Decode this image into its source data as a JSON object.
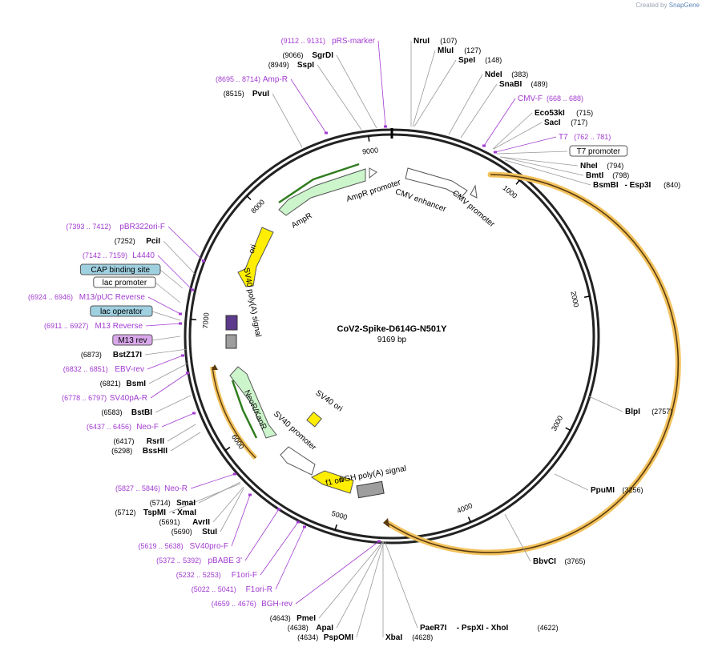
{
  "credit": {
    "prefix": "Created by",
    "brand": "SnapGene"
  },
  "plasmid": {
    "name": "CoV2-Spike-D614G-N501Y",
    "length": "9169 bp"
  },
  "ticks": [
    "1000",
    "2000",
    "3000",
    "4000",
    "5000",
    "6000",
    "7000",
    "8000",
    "9000"
  ],
  "right_labels": [
    {
      "id": "nrui",
      "kind": "enzyme",
      "name": "NruI",
      "pos": "(107)"
    },
    {
      "id": "mlui",
      "kind": "enzyme",
      "name": "MluI",
      "pos": "(127)"
    },
    {
      "id": "spei",
      "kind": "enzyme",
      "name": "SpeI",
      "pos": "(148)"
    },
    {
      "id": "ndei",
      "kind": "enzyme",
      "name": "NdeI",
      "pos": "(383)"
    },
    {
      "id": "snabi",
      "kind": "enzyme",
      "name": "SnaBI",
      "pos": "(489)"
    },
    {
      "id": "cmv-f",
      "kind": "primer",
      "name": "CMV-F",
      "pos": "(668 .. 688)"
    },
    {
      "id": "eco53ki",
      "kind": "enzyme",
      "name": "Eco53kI",
      "pos": "(715)"
    },
    {
      "id": "saci",
      "kind": "enzyme",
      "name": "SacI",
      "pos": "(717)"
    },
    {
      "id": "t7",
      "kind": "primer",
      "name": "T7",
      "pos": "(762 .. 781)"
    },
    {
      "id": "t7-promoter",
      "kind": "boxed",
      "name": "T7 promoter"
    },
    {
      "id": "nhei",
      "kind": "enzyme",
      "name": "NheI",
      "pos": "(794)"
    },
    {
      "id": "bmti",
      "kind": "enzyme",
      "name": "BmtI",
      "pos": "(798)"
    },
    {
      "id": "bsmbi",
      "kind": "enzyme",
      "name": "BsmBI",
      "pos": "(840)",
      "extra": "- Esp3I"
    },
    {
      "id": "blpi",
      "kind": "enzyme",
      "name": "BlpI",
      "pos": "(2757)"
    },
    {
      "id": "ppumi",
      "kind": "enzyme",
      "name": "PpuMI",
      "pos": "(3256)"
    },
    {
      "id": "bbvci",
      "kind": "enzyme",
      "name": "BbvCI",
      "pos": "(3765)"
    }
  ],
  "left_labels": [
    {
      "id": "prs-marker",
      "kind": "primer",
      "name": "pRS-marker",
      "pos": "(9112 .. 9131)"
    },
    {
      "id": "sgrdi",
      "kind": "enzyme",
      "name": "SgrDI",
      "pos": "(9066)"
    },
    {
      "id": "sspi",
      "kind": "enzyme",
      "name": "SspI",
      "pos": "(8949)"
    },
    {
      "id": "amp-r",
      "kind": "primer",
      "name": "Amp-R",
      "pos": "(8695 .. 8714)"
    },
    {
      "id": "pvui",
      "kind": "enzyme",
      "name": "PvuI",
      "pos": "(8515)"
    },
    {
      "id": "pbr322ori-f",
      "kind": "primer",
      "name": "pBR322ori-F",
      "pos": "(7393 .. 7412)"
    },
    {
      "id": "pcii",
      "kind": "enzyme",
      "name": "PciI",
      "pos": "(7252)"
    },
    {
      "id": "l4440",
      "kind": "primer",
      "name": "L4440",
      "pos": "(7142 .. 7159)"
    },
    {
      "id": "cap-binding-site",
      "kind": "boxed",
      "name": "CAP binding site"
    },
    {
      "id": "lac-promoter",
      "kind": "boxed",
      "name": "lac promoter"
    },
    {
      "id": "m13-puc-reverse",
      "kind": "primer",
      "name": "M13/pUC Reverse",
      "pos": "(6924 .. 6946)"
    },
    {
      "id": "lac-operator",
      "kind": "boxed",
      "name": "lac operator"
    },
    {
      "id": "m13-reverse",
      "kind": "primer",
      "name": "M13 Reverse",
      "pos": "(6911 .. 6927)"
    },
    {
      "id": "m13-rev",
      "kind": "boxed",
      "name": "M13 rev"
    },
    {
      "id": "bstz17i",
      "kind": "enzyme",
      "name": "BstZ17I",
      "pos": "(6873)"
    },
    {
      "id": "ebv-rev",
      "kind": "primer",
      "name": "EBV-rev",
      "pos": "(6832 .. 6851)"
    },
    {
      "id": "bsmi",
      "kind": "enzyme",
      "name": "BsmI",
      "pos": "(6821)"
    },
    {
      "id": "sv40pa-r",
      "kind": "primer",
      "name": "SV40pA-R",
      "pos": "(6778 .. 6797)"
    },
    {
      "id": "bstbi",
      "kind": "enzyme",
      "name": "BstBI",
      "pos": "(6583)"
    },
    {
      "id": "neo-f",
      "kind": "primer",
      "name": "Neo-F",
      "pos": "(6437 .. 6456)"
    },
    {
      "id": "rsrii",
      "kind": "enzyme",
      "name": "RsrII",
      "pos": "(6417)"
    },
    {
      "id": "bsshii",
      "kind": "enzyme",
      "name": "BssHII",
      "pos": "(6298)"
    },
    {
      "id": "neo-r",
      "kind": "primer",
      "name": "Neo-R",
      "pos": "(5827 .. 5846)"
    },
    {
      "id": "smai",
      "kind": "enzyme",
      "name": "SmaI",
      "pos": "(5714)"
    },
    {
      "id": "tspmi",
      "kind": "enzyme",
      "name": "TspMI",
      "pos": "(5712)",
      "extra": "- XmaI"
    },
    {
      "id": "avrii",
      "kind": "enzyme",
      "name": "AvrII",
      "pos": "(5691)"
    },
    {
      "id": "stui",
      "kind": "enzyme",
      "name": "StuI",
      "pos": "(5690)"
    },
    {
      "id": "sv40pro-f",
      "kind": "primer",
      "name": "SV40pro-F",
      "pos": "(5619 .. 5638)"
    },
    {
      "id": "pbabe-3",
      "kind": "primer",
      "name": "pBABE 3'",
      "pos": "(5372 .. 5392)"
    },
    {
      "id": "f1ori-f",
      "kind": "primer",
      "name": "F1ori-F",
      "pos": "(5232 .. 5253)"
    },
    {
      "id": "f1ori-r",
      "kind": "primer",
      "name": "F1ori-R",
      "pos": "(5022 .. 5041)"
    },
    {
      "id": "bgh-rev",
      "kind": "primer",
      "name": "BGH-rev",
      "pos": "(4659 .. 4676)"
    },
    {
      "id": "pmei",
      "kind": "enzyme",
      "name": "PmeI",
      "pos": "(4643)"
    },
    {
      "id": "apai",
      "kind": "enzyme",
      "name": "ApaI",
      "pos": "(4638)"
    },
    {
      "id": "pspomi",
      "kind": "enzyme",
      "name": "PspOMI",
      "pos": "(4634)"
    }
  ],
  "bottom_labels": [
    {
      "id": "xbai",
      "kind": "enzyme",
      "name": "XbaI",
      "pos": "(4628)"
    },
    {
      "id": "paer7i",
      "kind": "enzyme",
      "name": "PaeR7I",
      "extra": "- PspXI   - XhoI",
      "pos": "(4622)"
    }
  ],
  "features": [
    {
      "id": "amp-r-feature",
      "name": "AmpR",
      "color": "#ccf5cc"
    },
    {
      "id": "ampr-promoter",
      "name": "AmpR promoter",
      "color": "#ffffff"
    },
    {
      "id": "cmv-enhancer",
      "name": "CMV enhancer",
      "color": "#ffffff"
    },
    {
      "id": "cmv-promoter",
      "name": "CMV promoter",
      "color": "#ffffff"
    },
    {
      "id": "ori",
      "name": "ori",
      "color": "#ffee00"
    },
    {
      "id": "sv40-polya",
      "name": "SV40 poly(A) signal",
      "color": "#9e9e9e"
    },
    {
      "id": "neor-kanr",
      "name": "NeoR/KanR",
      "color": "#ccf5cc"
    },
    {
      "id": "sv40-ori",
      "name": "SV40 ori",
      "color": "#ffee00"
    },
    {
      "id": "sv40-promoter",
      "name": "SV40 promoter",
      "color": "#ffffff"
    },
    {
      "id": "bgh-polya",
      "name": "bGH poly(A) signal",
      "color": "#9e9e9e"
    },
    {
      "id": "f1-ori",
      "name": "f1 ori",
      "color": "#ffee00"
    },
    {
      "id": "spike-orf",
      "name": "",
      "color": "#f0b845"
    }
  ],
  "colors": {
    "primer": "#a23bd0",
    "outline": "#222222",
    "cap_box": "#9fd0e0",
    "m13_box": "#d9a8ea"
  }
}
